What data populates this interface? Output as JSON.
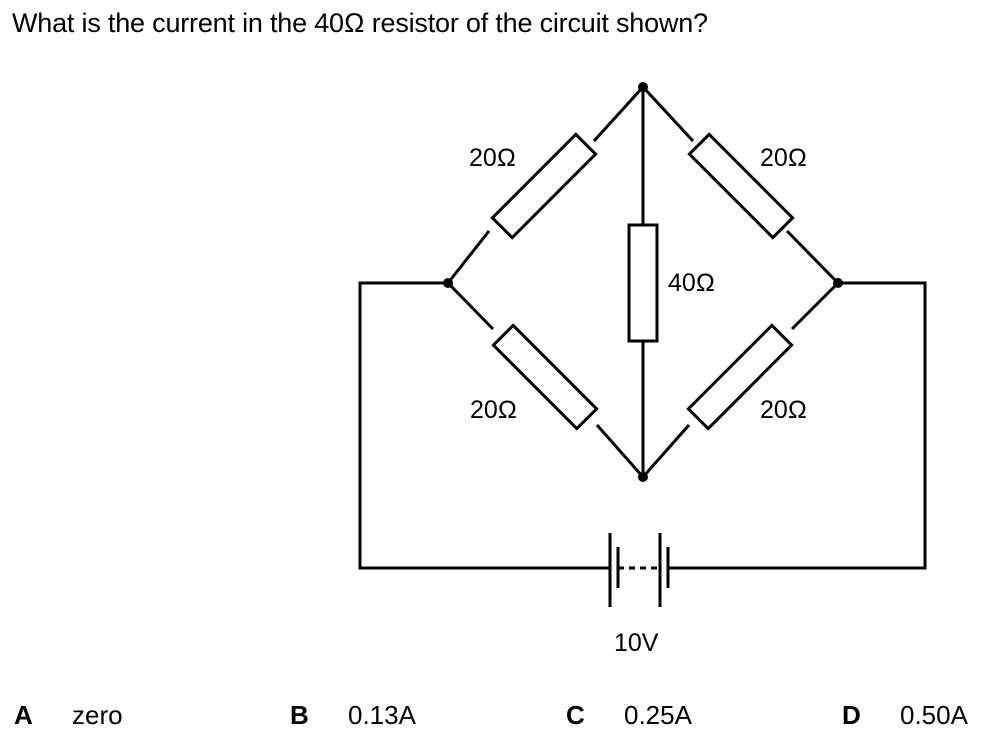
{
  "question": "What is the current in the 40Ω resistor of the circuit shown?",
  "circuit": {
    "resistor_top_left": "20Ω",
    "resistor_top_right": "20Ω",
    "resistor_middle": "40Ω",
    "resistor_bottom_left": "20Ω",
    "resistor_bottom_right": "20Ω",
    "battery_label": "10V"
  },
  "options": [
    {
      "letter": "A",
      "text": "zero"
    },
    {
      "letter": "B",
      "text": "0.13A"
    },
    {
      "letter": "C",
      "text": "0.25A"
    },
    {
      "letter": "D",
      "text": "0.50A"
    }
  ]
}
